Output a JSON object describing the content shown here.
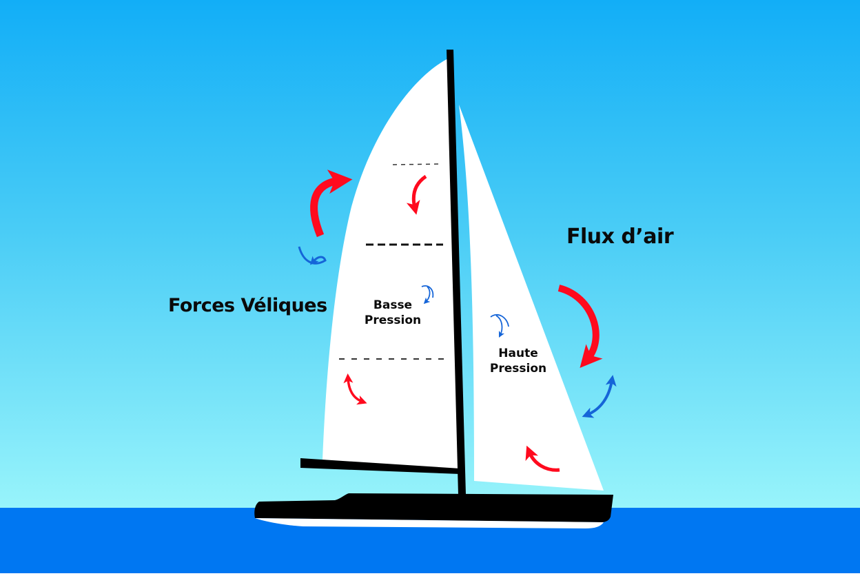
{
  "diagram": {
    "labels": {
      "sail_forces": "Forces Véliques",
      "air_flow": "Flux d’air",
      "low_pressure_line1": "Basse",
      "low_pressure_line2": "Pression",
      "high_pressure_line1": "Haute",
      "high_pressure_line2": "Pression"
    },
    "colors": {
      "sky_top": "#12aef7",
      "sky_bottom": "#98f4fb",
      "sea": "#0077f2",
      "hull": "#000000",
      "sail": "#ffffff",
      "flow_red": "#ff0a1e",
      "flow_blue": "#1565d8",
      "text": "#0a0a0a"
    }
  }
}
